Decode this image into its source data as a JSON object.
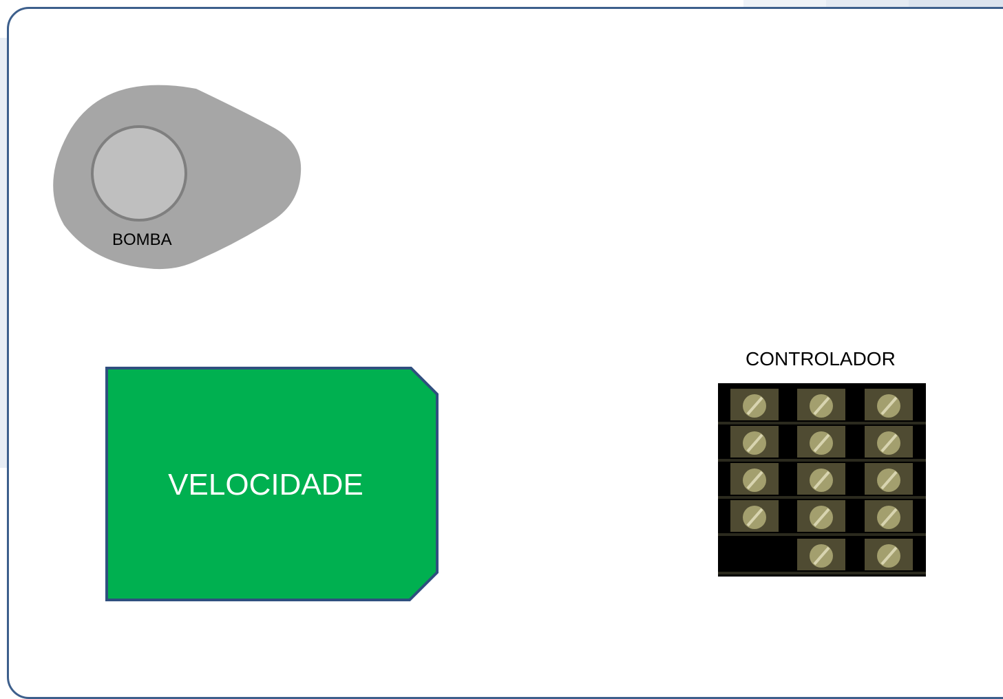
{
  "pump": {
    "label": "BOMBA"
  },
  "speed": {
    "label": "VELOCIDADE"
  },
  "controller": {
    "label": "CONTROLADOR",
    "terminals": [
      [
        true,
        true,
        true
      ],
      [
        true,
        true,
        true
      ],
      [
        true,
        true,
        true
      ],
      [
        true,
        true,
        true
      ],
      [
        false,
        true,
        true
      ]
    ]
  },
  "colors": {
    "border": "#3d5f8c",
    "pump_body": "#a6a6a6",
    "pump_port": "#bfbfbf",
    "speed_fill": "#00b050",
    "controller_bg": "#000000",
    "terminal": "#4f4b32",
    "screw": "#a39f6e"
  }
}
